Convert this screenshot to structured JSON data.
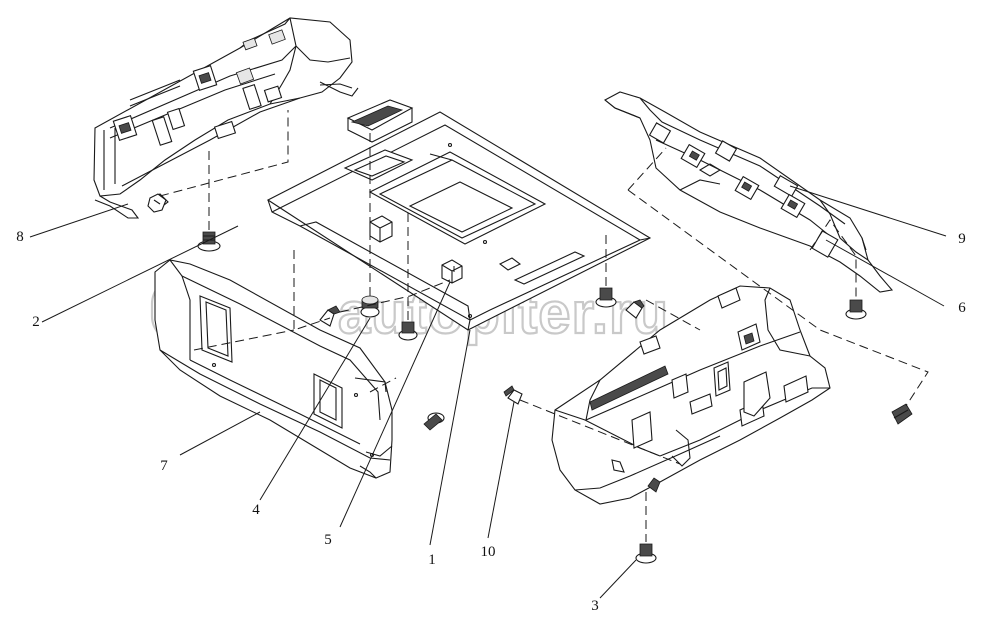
{
  "diagram": {
    "callouts": [
      {
        "id": "c1",
        "label": "1"
      },
      {
        "id": "c2",
        "label": "2"
      },
      {
        "id": "c3",
        "label": "3"
      },
      {
        "id": "c4",
        "label": "4"
      },
      {
        "id": "c5",
        "label": "5"
      },
      {
        "id": "c6",
        "label": "6"
      },
      {
        "id": "c7",
        "label": "7"
      },
      {
        "id": "c8",
        "label": "8"
      },
      {
        "id": "c9",
        "label": "9"
      },
      {
        "id": "c10",
        "label": "10"
      }
    ],
    "watermark": "autopiter.ru"
  }
}
